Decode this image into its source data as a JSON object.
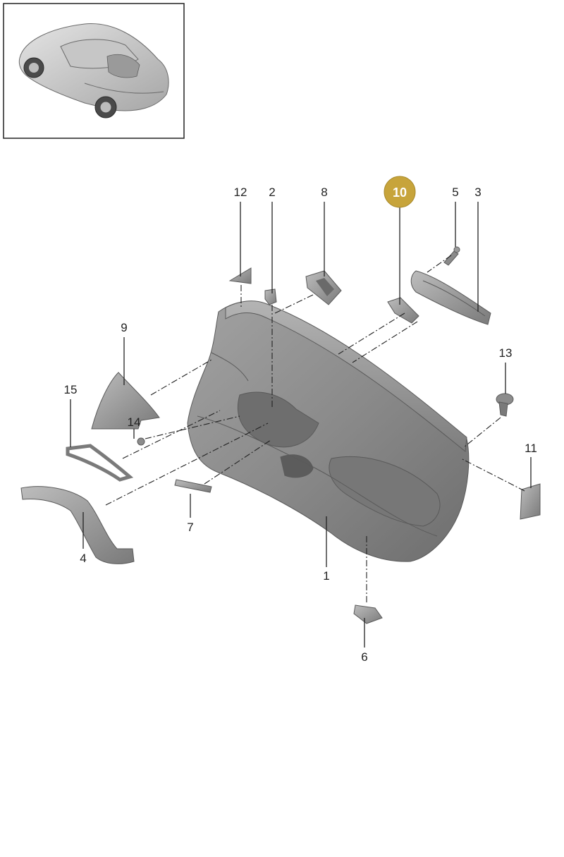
{
  "diagram": {
    "highlight_color": "#c7a43b",
    "part_color": "#8c8c8c",
    "callouts": [
      {
        "id": "p1",
        "label": "1"
      },
      {
        "id": "p2",
        "label": "2"
      },
      {
        "id": "p3",
        "label": "3"
      },
      {
        "id": "p4",
        "label": "4"
      },
      {
        "id": "p5",
        "label": "5"
      },
      {
        "id": "p6",
        "label": "6"
      },
      {
        "id": "p7",
        "label": "7"
      },
      {
        "id": "p8",
        "label": "8"
      },
      {
        "id": "p9",
        "label": "9"
      },
      {
        "id": "p10",
        "label": "10",
        "highlighted": true
      },
      {
        "id": "p11",
        "label": "11"
      },
      {
        "id": "p12",
        "label": "12"
      },
      {
        "id": "p13",
        "label": "13"
      },
      {
        "id": "p14",
        "label": "14"
      },
      {
        "id": "p15",
        "label": "15"
      }
    ]
  }
}
